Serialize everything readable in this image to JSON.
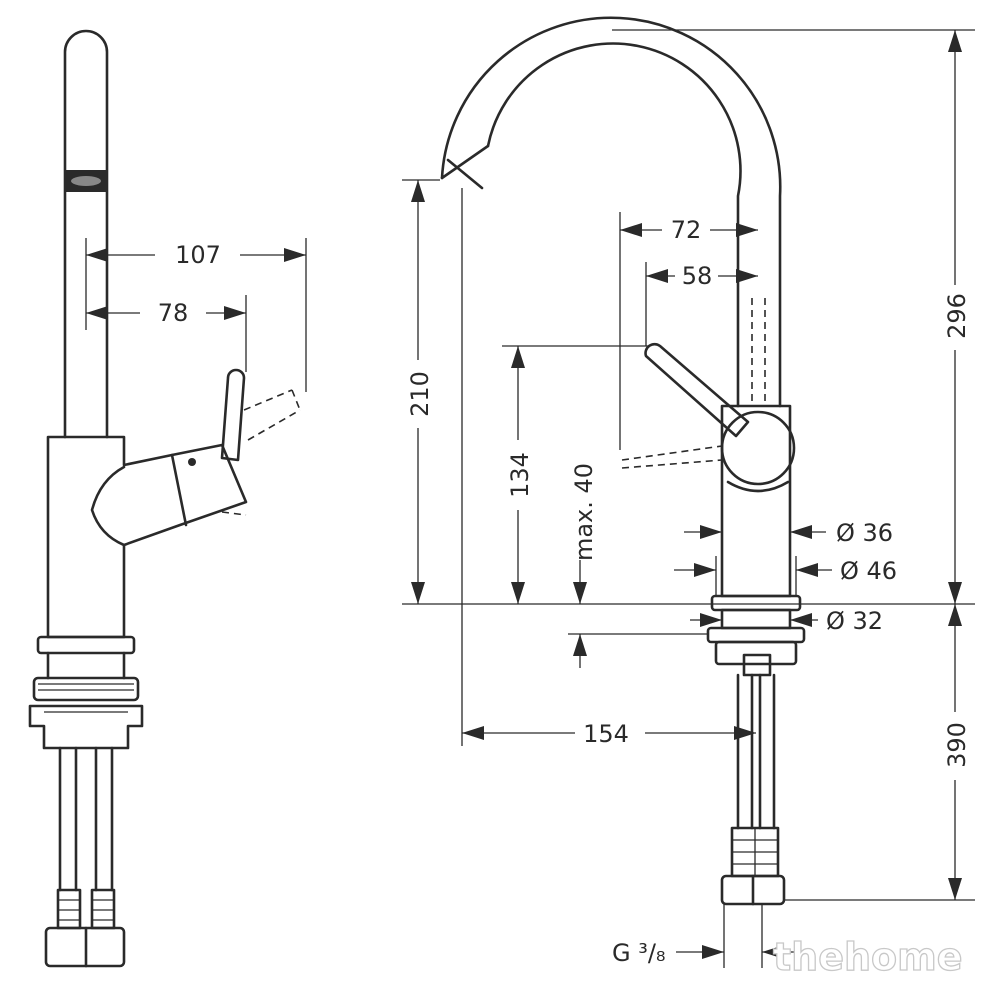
{
  "side_view": {
    "dim_107": "107",
    "dim_78": "78"
  },
  "front_view": {
    "dim_72": "72",
    "dim_58": "58",
    "dim_296": "296",
    "dim_210": "210",
    "dim_134": "134",
    "dim_max40": "max. 40",
    "dim_d36": "Ø 36",
    "dim_d46": "Ø 46",
    "dim_d32": "Ø 32",
    "dim_154": "154",
    "dim_390": "390",
    "dim_thread": "G ³/₈"
  },
  "watermark": "thehome"
}
